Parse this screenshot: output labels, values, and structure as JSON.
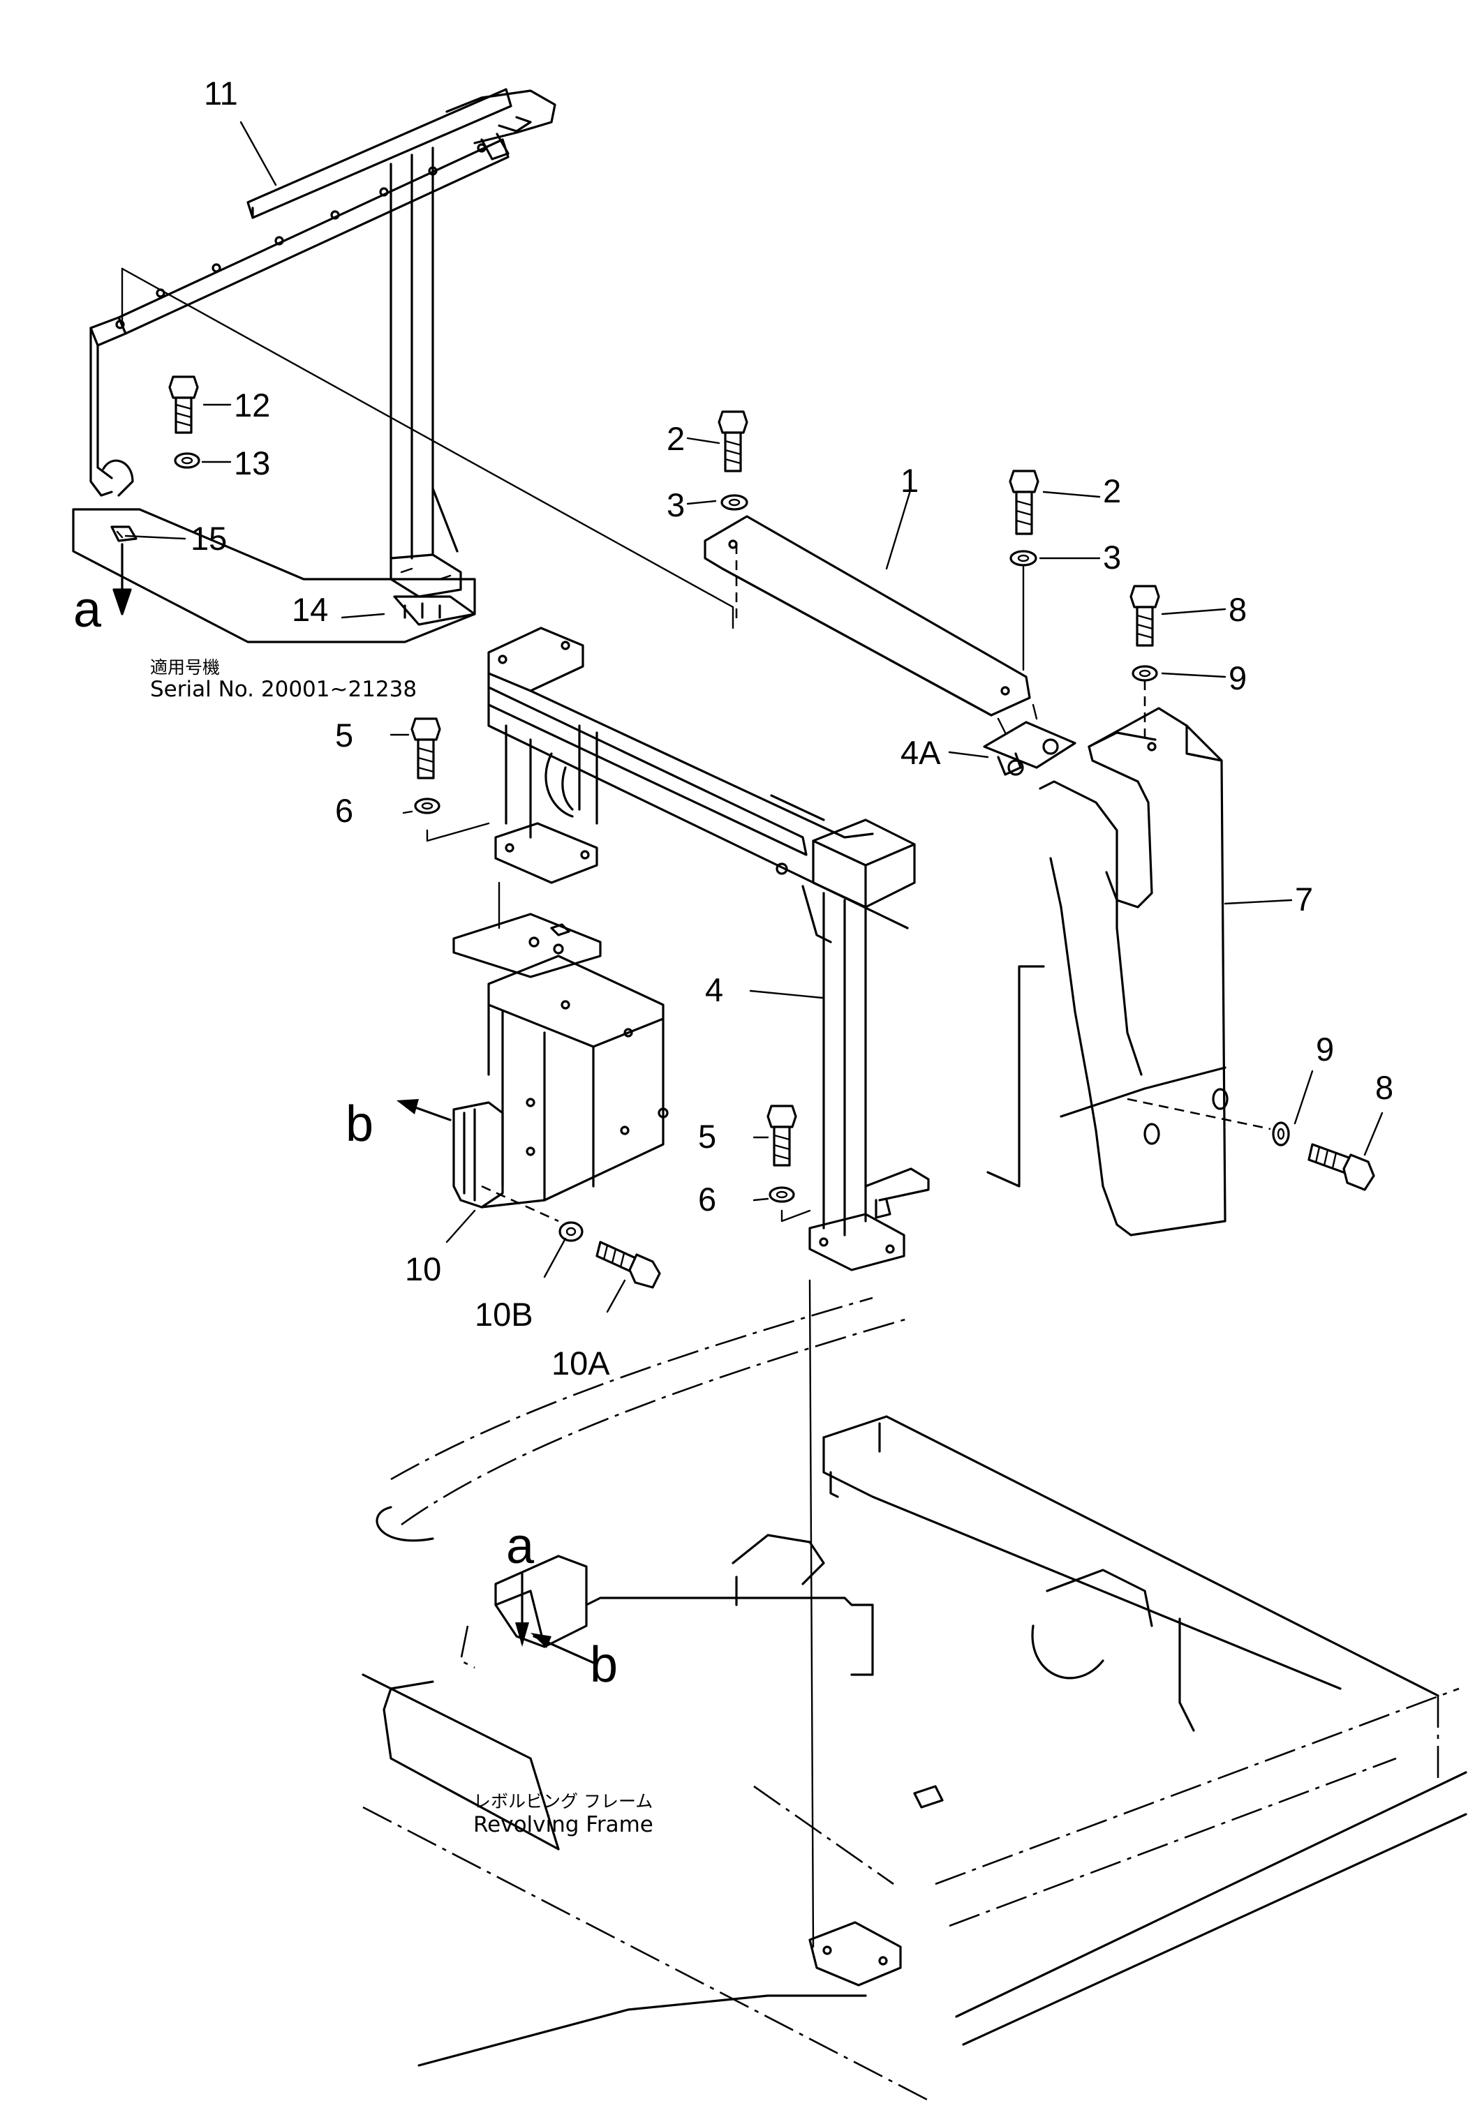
{
  "labels": {
    "p1": "1",
    "p2a": "2",
    "p2b": "2",
    "p3a": "3",
    "p3b": "3",
    "p4": "4",
    "p4a": "4A",
    "p5a": "5",
    "p5b": "5",
    "p6a": "6",
    "p6b": "6",
    "p7": "7",
    "p8a": "8",
    "p8b": "8",
    "p9a": "9",
    "p9b": "9",
    "p10": "10",
    "p10a": "10A",
    "p10b": "10B",
    "p11": "11",
    "p12": "12",
    "p13": "13",
    "p14": "14",
    "p15": "15"
  },
  "views": {
    "a_top": "a",
    "a_bottom": "a",
    "b_top": "b",
    "b_bottom": "b"
  },
  "notes": {
    "serial_jp": "適用号機",
    "serial": "Serial  No.  20001~21238",
    "frame_jp": "レボルビング  フレーム",
    "frame": "Revolving Frame"
  }
}
